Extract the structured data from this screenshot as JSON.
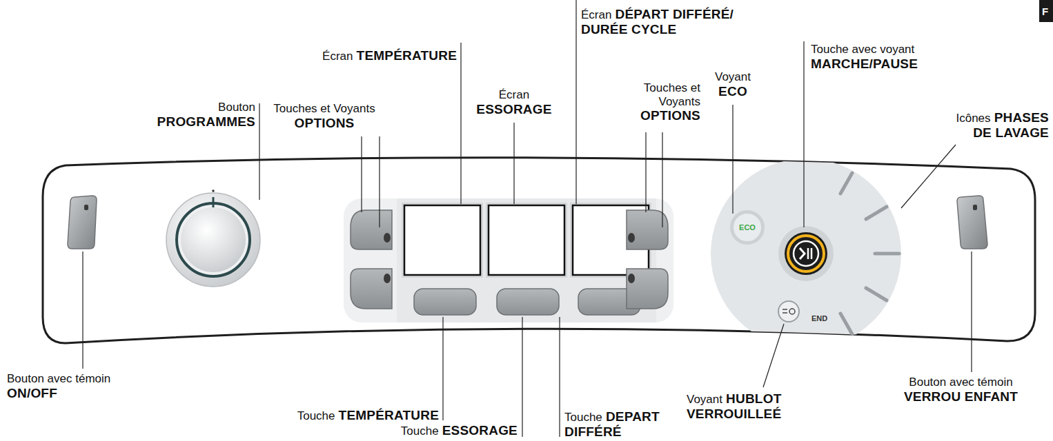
{
  "diagram": {
    "nodes": [
      {
        "text": [
          "F"
        ]
      },
      {
        "text": [
          "ECO"
        ]
      }
    ],
    "labels": [
      "Écran",
      "DÉPART DIFFÉRÉ/ DURÉE CYCLE",
      "Écran",
      "TEMPÉRATURE",
      "Écran",
      "ESSORAGE",
      "Bouton",
      "PROGRAMMES",
      "Touches et Voyants",
      "OPTIONS",
      "Touches et Voyants",
      "OPTIONS",
      "Voyant",
      "ECO",
      "Touche avec voyant",
      "MARCHE/PAUSE",
      "Icônes",
      "PHASES DE LAVAGE",
      "Bouton avec témoin",
      "ON/OFF",
      "Touche",
      "TEMPÉRATURE",
      "Touche",
      "ESSORAGE",
      "Touche",
      "DEPART DIFFÉRÉ",
      "Voyant",
      "HUBLOT VERROUILLEÉ",
      "Bouton avec témoin",
      "VERROU ENFANT",
      "END"
    ]
  }
}
